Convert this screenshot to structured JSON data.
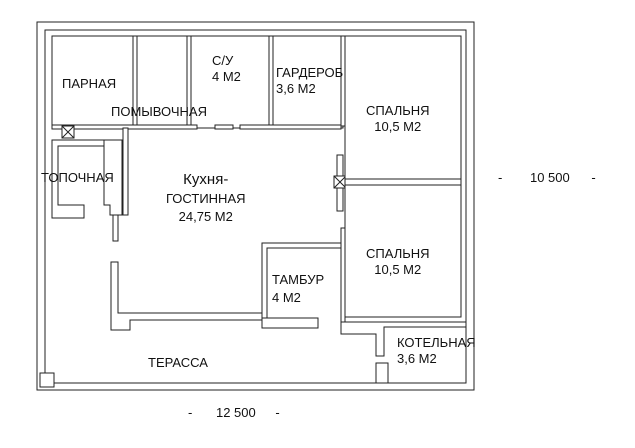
{
  "plan": {
    "rooms": [
      {
        "id": "parnaya",
        "name": "ПАРНАЯ"
      },
      {
        "id": "pomyvochnaya",
        "name": "ПОМЫВОЧНАЯ"
      },
      {
        "id": "su",
        "name": "С/У",
        "area": "4 М2"
      },
      {
        "id": "garderob",
        "name": "ГАРДЕРОБ",
        "area": "3,6 М2"
      },
      {
        "id": "spalnya1",
        "name": "СПАЛЬНЯ",
        "area": "10,5 М2"
      },
      {
        "id": "topochnaya",
        "name": "ТОПОЧНАЯ"
      },
      {
        "id": "kuhnya",
        "name_line1": "Кухня-",
        "name_line2": "ГОСТИННАЯ",
        "area": "24,75 М2"
      },
      {
        "id": "spalnya2",
        "name": "СПАЛЬНЯ",
        "area": "10,5 М2"
      },
      {
        "id": "tambur",
        "name": "ТАМБУР",
        "area": "4 М2"
      },
      {
        "id": "kotelnaya",
        "name": "КОТЕЛЬНАЯ",
        "area": "3,6 М2"
      },
      {
        "id": "terassa",
        "name": "ТЕРАССА"
      }
    ],
    "dimensions": {
      "width": "12 500",
      "depth": "10 500",
      "tick": "-"
    }
  }
}
